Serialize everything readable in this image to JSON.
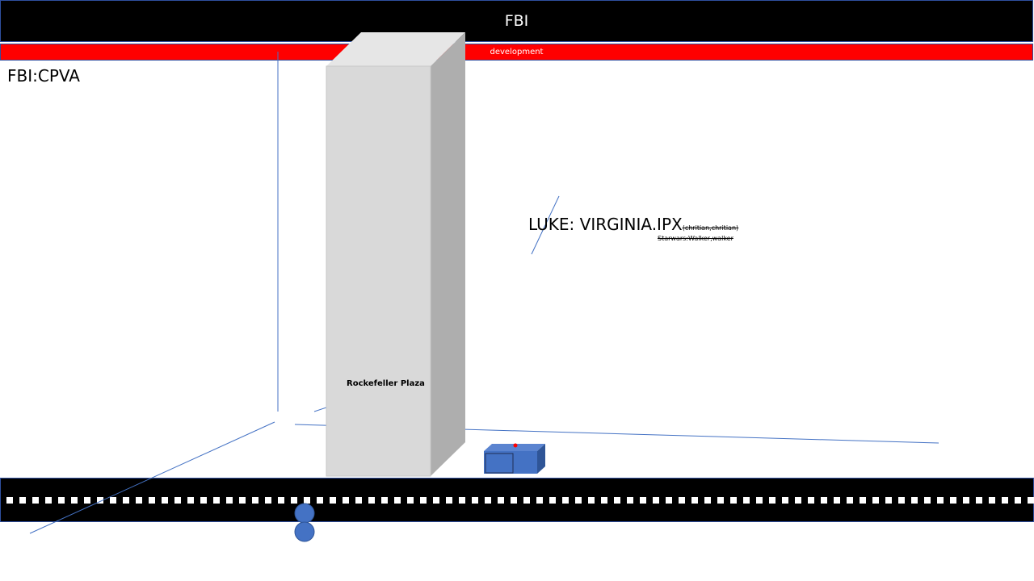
{
  "header": {
    "title": "FBI"
  },
  "subheader": {
    "label": "development"
  },
  "corner_label": "FBI:CPVA",
  "building": {
    "label": "Rockefeller Plaza"
  },
  "annotation": {
    "main": "LUKE: VIRGINIA.IPX",
    "sub": "(chritian,chritian)",
    "note": "Starwars:Walker,walker"
  },
  "colors": {
    "header_bg": "#000000",
    "banner": "#ff0000",
    "line": "#4472c4",
    "building_front": "#d9d9d9",
    "building_top": "#e6e6e6",
    "building_side": "#aeaeae",
    "shape_blue": "#4472c4"
  }
}
